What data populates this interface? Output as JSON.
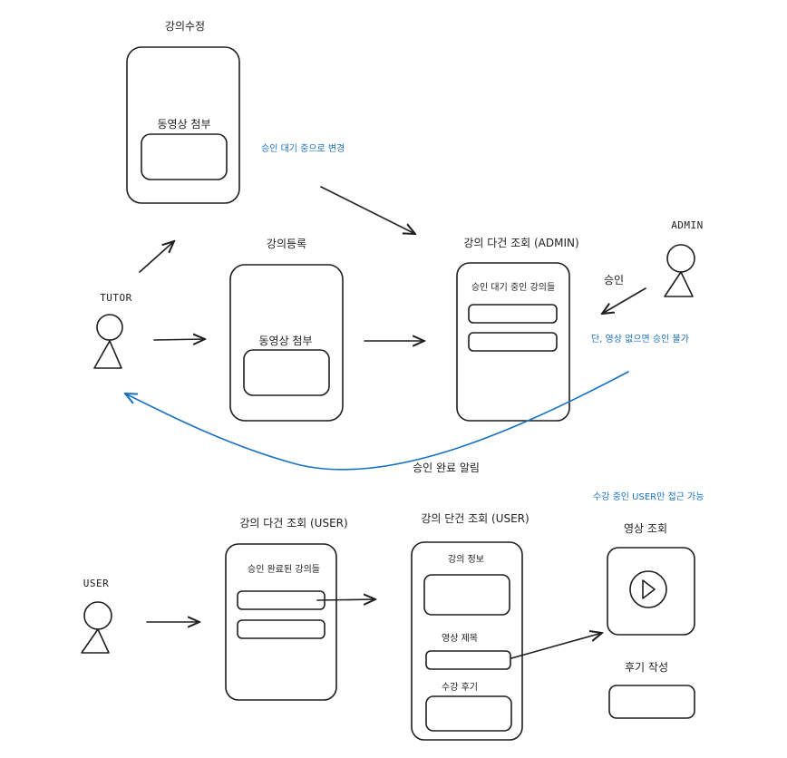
{
  "actors": {
    "tutor": "TUTOR",
    "admin": "ADMIN",
    "user": "USER"
  },
  "screens": {
    "lecture_edit": {
      "title": "강의수정",
      "field_label": "동영상 첨부"
    },
    "lecture_register": {
      "title": "강의등록",
      "field_label": "동영상 첨부"
    },
    "admin_detail": {
      "title": "강의 다건 조회 (ADMIN)",
      "list_label": "승인 대기 중인 강의들"
    },
    "user_list": {
      "title": "강의 다건 조회 (USER)",
      "list_label": "승인 완료된 강의들"
    },
    "user_detail": {
      "title": "강의 단건 조회 (USER)",
      "info_label": "강의 정보",
      "video_title_label": "영상 제목",
      "review_label": "수강 후기"
    },
    "video_view": {
      "title": "영상 조회"
    },
    "review_write": {
      "title": "후기 작성"
    }
  },
  "annotations": {
    "pending_change": "승인 대기 중으로 변경",
    "approve": "승인",
    "no_video_condition": "단, 영상 없으면 승인 불가",
    "approval_notice": "승인 완료 알림",
    "access_condition": "수강 중인 USER만 접근 가능"
  },
  "colors": {
    "stroke": "#1e1e1e",
    "accent_blue": "#1971c2"
  }
}
